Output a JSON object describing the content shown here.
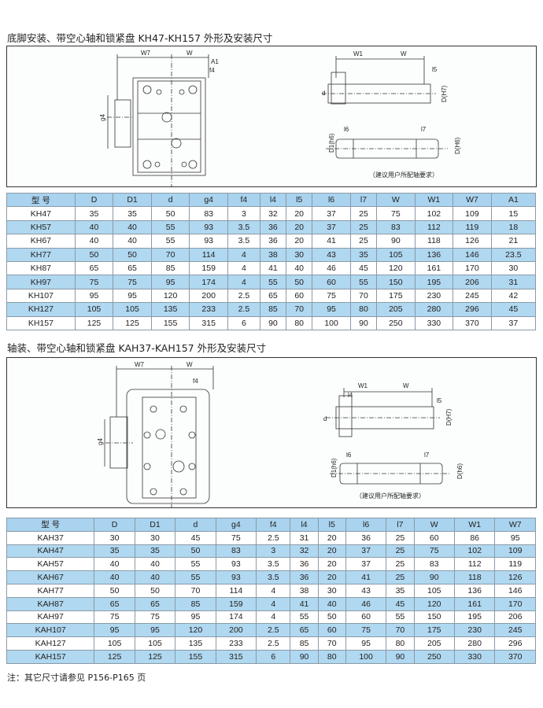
{
  "section1": {
    "title": "底脚安装、带空心轴和锁紧盘 KH47-KH157 外形及安装尺寸",
    "diagram_labels": {
      "W7": "W7",
      "W": "W",
      "A1": "A1",
      "f4": "f4",
      "g4": "g4",
      "W1": "W1",
      "l5": "l5",
      "d": "d",
      "DH7": "D(H7)",
      "l6": "l6",
      "l7": "l7",
      "D1h6": "D1(h6)",
      "Dh6": "D(H6)"
    },
    "caption": "（建议用户所配轴要求）",
    "table": {
      "headers": [
        "型 号",
        "D",
        "D1",
        "d",
        "g4",
        "f4",
        "l4",
        "l5",
        "l6",
        "l7",
        "W",
        "W1",
        "W7",
        "A1"
      ],
      "rows": [
        [
          "KH47",
          "35",
          "35",
          "50",
          "83",
          "3",
          "32",
          "20",
          "37",
          "25",
          "75",
          "102",
          "109",
          "15"
        ],
        [
          "KH57",
          "40",
          "40",
          "55",
          "93",
          "3.5",
          "36",
          "20",
          "37",
          "25",
          "83",
          "112",
          "119",
          "18"
        ],
        [
          "KH67",
          "40",
          "40",
          "55",
          "93",
          "3.5",
          "36",
          "20",
          "41",
          "25",
          "90",
          "118",
          "126",
          "21"
        ],
        [
          "KH77",
          "50",
          "50",
          "70",
          "114",
          "4",
          "38",
          "30",
          "43",
          "35",
          "105",
          "136",
          "146",
          "23.5"
        ],
        [
          "KH87",
          "65",
          "65",
          "85",
          "159",
          "4",
          "41",
          "40",
          "46",
          "45",
          "120",
          "161",
          "170",
          "30"
        ],
        [
          "KH97",
          "75",
          "75",
          "95",
          "174",
          "4",
          "55",
          "50",
          "60",
          "55",
          "150",
          "195",
          "206",
          "31"
        ],
        [
          "KH107",
          "95",
          "95",
          "120",
          "200",
          "2.5",
          "65",
          "60",
          "75",
          "70",
          "175",
          "230",
          "245",
          "42"
        ],
        [
          "KH127",
          "105",
          "105",
          "135",
          "233",
          "2.5",
          "85",
          "70",
          "95",
          "80",
          "205",
          "280",
          "296",
          "45"
        ],
        [
          "KH157",
          "125",
          "125",
          "155",
          "315",
          "6",
          "90",
          "80",
          "100",
          "90",
          "250",
          "330",
          "370",
          "37"
        ]
      ]
    }
  },
  "section2": {
    "title": "轴装、带空心轴和锁紧盘 KAH37-KAH157 外形及安装尺寸",
    "diagram_labels": {
      "W7": "W7",
      "W": "W",
      "f4": "f4",
      "g4": "g4",
      "W1": "W1",
      "l4": "l4",
      "l5": "l5",
      "d": "d",
      "DH7": "D(H7)",
      "l6": "l6",
      "l7": "l7",
      "D1h6": "D1(h6)",
      "Dh6": "D(h6)"
    },
    "caption": "（建议用户所配轴要求）",
    "table": {
      "headers": [
        "型 号",
        "D",
        "D1",
        "d",
        "g4",
        "f4",
        "l4",
        "l5",
        "l6",
        "l7",
        "W",
        "W1",
        "W7"
      ],
      "rows": [
        [
          "KAH37",
          "30",
          "30",
          "45",
          "75",
          "2.5",
          "31",
          "20",
          "36",
          "25",
          "60",
          "86",
          "95"
        ],
        [
          "KAH47",
          "35",
          "35",
          "50",
          "83",
          "3",
          "32",
          "20",
          "37",
          "25",
          "75",
          "102",
          "109"
        ],
        [
          "KAH57",
          "40",
          "40",
          "55",
          "93",
          "3.5",
          "36",
          "20",
          "37",
          "25",
          "83",
          "112",
          "119"
        ],
        [
          "KAH67",
          "40",
          "40",
          "55",
          "93",
          "3.5",
          "36",
          "20",
          "41",
          "25",
          "90",
          "118",
          "126"
        ],
        [
          "KAH77",
          "50",
          "50",
          "70",
          "114",
          "4",
          "38",
          "30",
          "43",
          "35",
          "105",
          "136",
          "146"
        ],
        [
          "KAH87",
          "65",
          "65",
          "85",
          "159",
          "4",
          "41",
          "40",
          "46",
          "45",
          "120",
          "161",
          "170"
        ],
        [
          "KAH97",
          "75",
          "75",
          "95",
          "174",
          "4",
          "55",
          "50",
          "60",
          "55",
          "150",
          "195",
          "206"
        ],
        [
          "KAH107",
          "95",
          "95",
          "120",
          "200",
          "2.5",
          "65",
          "60",
          "75",
          "70",
          "175",
          "230",
          "245"
        ],
        [
          "KAH127",
          "105",
          "105",
          "135",
          "233",
          "2.5",
          "85",
          "70",
          "95",
          "80",
          "205",
          "280",
          "296"
        ],
        [
          "KAH157",
          "125",
          "125",
          "155",
          "315",
          "6",
          "90",
          "80",
          "100",
          "90",
          "250",
          "330",
          "370"
        ]
      ]
    }
  },
  "footnote": "注：其它尺寸请参见 P156-P165 页"
}
